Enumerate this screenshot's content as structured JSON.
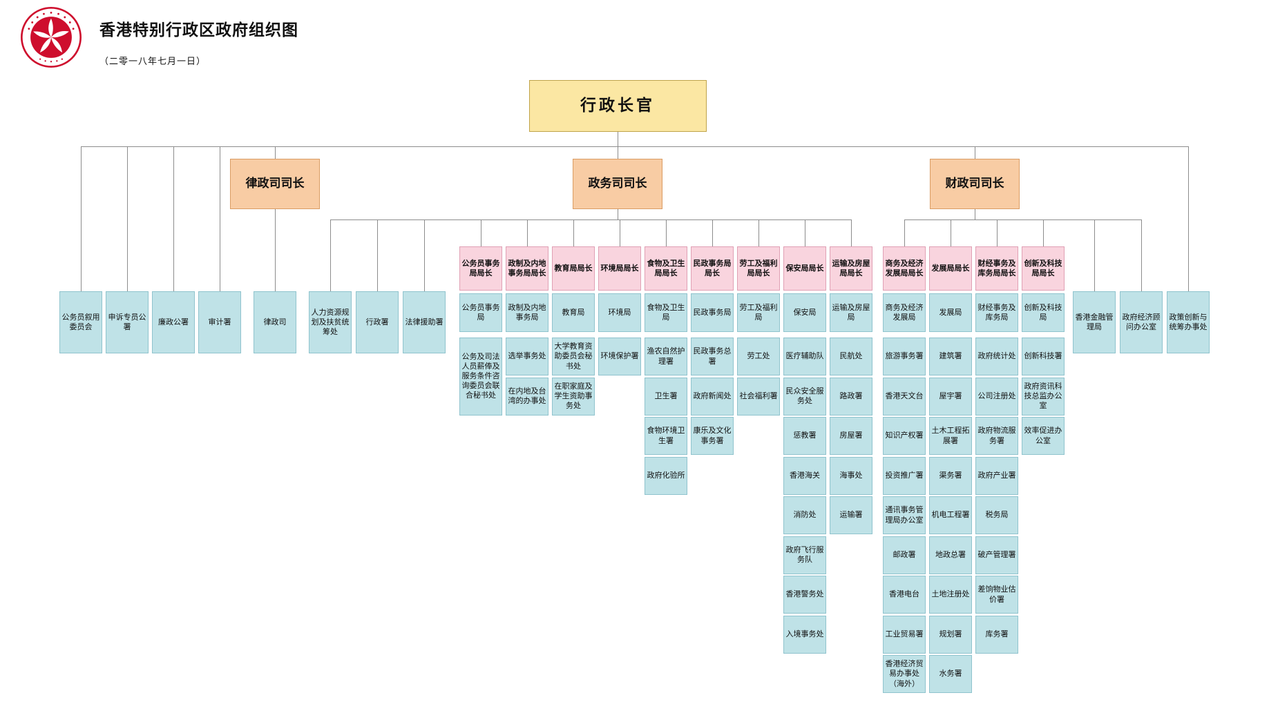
{
  "header": {
    "title": "香港特别行政区政府组织图",
    "subtitle": "（二零一八年七月一日）",
    "logo": "hksar-regional-emblem"
  },
  "colors": {
    "ce_fill": "#FBE7A3",
    "ce_border": "#BFA34A",
    "secretary_fill": "#F8CCA4",
    "secretary_border": "#DA9C63",
    "head_fill": "#F9D4DE",
    "head_border": "#E0A0B4",
    "dept_fill": "#BFE2E7",
    "dept_border": "#8FC3CD",
    "emblem_red": "#CE0E2D",
    "line": "#8C8C8C"
  },
  "chart": {
    "chief_executive": "行政长官",
    "ce_agencies_left": [
      "公务员叙用委员会",
      "申诉专员公署",
      "廉政公署",
      "审计署"
    ],
    "ce_agencies_right": [
      "政策创新与统筹办事处"
    ],
    "justice": {
      "secretary": "律政司司长",
      "department": "律政司"
    },
    "chief_secretary": {
      "label": "政务司司长",
      "direct": [
        "人力资源规划及扶贫统筹处",
        "行政署",
        "法律援助署"
      ],
      "bureaus": [
        {
          "head": "公务员事务局局长",
          "bureau": "公务员事务局",
          "departments": [
            {
              "label": "公务及司法人员薪俸及服务条件咨询委员会联合秘书处",
              "span": 2
            }
          ]
        },
        {
          "head": "政制及内地事务局局长",
          "bureau": "政制及内地事务局",
          "departments": [
            "选举事务处",
            "在内地及台湾的办事处"
          ]
        },
        {
          "head": "教育局局长",
          "bureau": "教育局",
          "departments": [
            "大学教育资助委员会秘书处",
            "在职家庭及学生资助事务处"
          ]
        },
        {
          "head": "环境局局长",
          "bureau": "环境局",
          "departments": [
            "环境保护署"
          ]
        },
        {
          "head": "食物及卫生局局长",
          "bureau": "食物及卫生局",
          "departments": [
            "渔农自然护理署",
            "卫生署",
            "食物环境卫生署",
            "政府化验所"
          ]
        },
        {
          "head": "民政事务局局长",
          "bureau": "民政事务局",
          "departments": [
            "民政事务总署",
            "政府新闻处",
            "康乐及文化事务署"
          ]
        },
        {
          "head": "劳工及福利局局长",
          "bureau": "劳工及福利局",
          "departments": [
            "劳工处",
            "社会福利署"
          ]
        },
        {
          "head": "保安局局长",
          "bureau": "保安局",
          "departments": [
            "医疗辅助队",
            "民众安全服务处",
            "惩教署",
            "香港海关",
            "消防处",
            "政府飞行服务队",
            "香港警务处",
            "入境事务处"
          ]
        },
        {
          "head": "运输及房屋局局长",
          "bureau": "运输及房屋局",
          "departments": [
            "民航处",
            "路政署",
            "房屋署",
            "海事处",
            "运输署"
          ]
        }
      ]
    },
    "financial_secretary": {
      "label": "财政司司长",
      "direct": [
        "香港金融管理局",
        "政府经济顾问办公室"
      ],
      "bureaus": [
        {
          "head": "商务及经济发展局局长",
          "bureau": "商务及经济发展局",
          "departments": [
            "旅游事务署",
            "香港天文台",
            "知识产权署",
            "投资推广署",
            "通讯事务管理局办公室",
            "邮政署",
            "香港电台",
            "工业贸易署",
            "香港经济贸易办事处（海外）"
          ]
        },
        {
          "head": "发展局局长",
          "bureau": "发展局",
          "departments": [
            "建筑署",
            "屋宇署",
            "土木工程拓展署",
            "渠务署",
            "机电工程署",
            "地政总署",
            "土地注册处",
            "规划署",
            "水务署"
          ]
        },
        {
          "head": "财经事务及库务局局长",
          "bureau": "财经事务及库务局",
          "departments": [
            "政府统计处",
            "公司注册处",
            "政府物流服务署",
            "政府产业署",
            "税务局",
            "破产管理署",
            "差饷物业估价署",
            "库务署"
          ]
        },
        {
          "head": "创新及科技局局长",
          "bureau": "创新及科技局",
          "departments": [
            "创新科技署",
            "政府资讯科技总监办公室",
            "效率促进办公室"
          ]
        }
      ]
    }
  }
}
